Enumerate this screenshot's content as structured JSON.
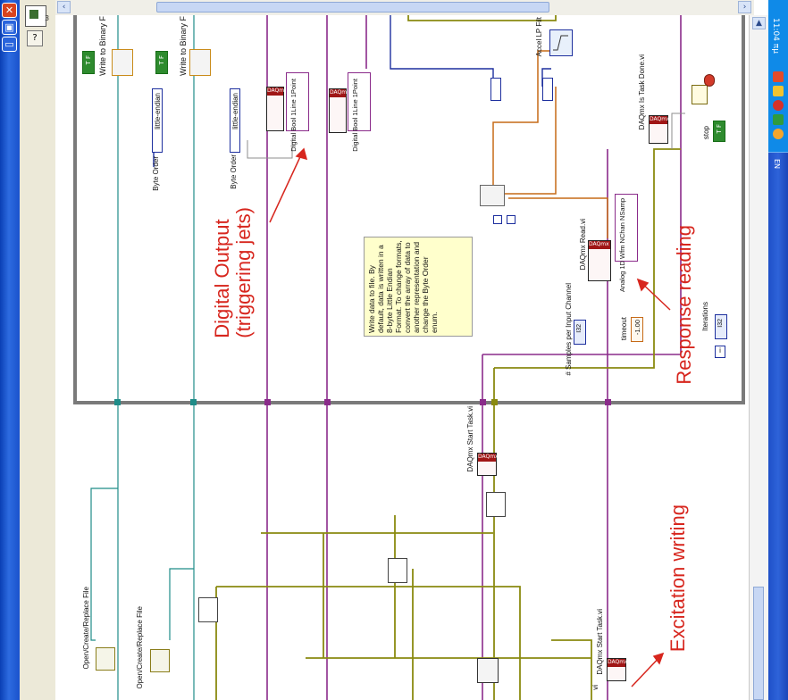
{
  "window": {
    "close_glyph": "✕",
    "maximize_glyph": "▣",
    "minimize_glyph": "▭",
    "toolbar_number": "3",
    "help_glyph": "?"
  },
  "scrollbar": {
    "left_arrow": "‹",
    "right_arrow": "›",
    "up_arrow": "▲"
  },
  "taskbar": {
    "clock": "11:04 πμ",
    "language": "EN"
  },
  "annotations": {
    "digital_output_line1": "Digital Output",
    "digital_output_line2": "(triggering jets)",
    "response_reading": "Response reading",
    "excitation_writing": "Excitation writing"
  },
  "nodes": {
    "open_create_replace_1": "Open/Create/Replace File",
    "open_create_replace_2": "Open/Create/Replace File",
    "write_binary_1": "Write to Binary F",
    "write_binary_2": "Write to Binary F",
    "byte_order_label_1": "Byte Order",
    "byte_order_label_2": "Byte Order",
    "byte_order_value_1": "little-endian",
    "byte_order_value_2": "little-endian",
    "tf_const_1": "T F",
    "tf_const_2": "T F",
    "digital_bool_1": "Digital Bool 1Line 1Point",
    "digital_bool_2": "Digital Bool 1Line 1Point",
    "accel_lp_filt": "Accel LP Filt",
    "daqmx_is_task_done": "DAQmx Is Task Done.vi",
    "stop_label": "stop",
    "stop_tf": "T F",
    "samples_per_channel": "# Samples per Input Channel",
    "samples_value": "I32",
    "daqmx_read": "DAQmx Read.vi",
    "analog_1d_wfm": "Analog 1D Wfm NChan NSamp",
    "timeout_label": "timeout",
    "timeout_value": "-1.00",
    "iterations_label": "Iterations",
    "iterations_value": "I32",
    "iteration_i": "i",
    "daqmx_start_task_1": "DAQmx Start Task.vi",
    "daqmx_start_task_2": "DAQmx Start Task.vi",
    "vi_suffix": "vi",
    "daqmx_tag": "DAQmx",
    "note": "Write data to file.  By default, data is written in a 8-byte Little Endian Format.  To change formats, convert the array of data to another representation and change the Byte Order enum."
  },
  "colors": {
    "loop_border": "#7a7a7a",
    "wire_teal": "#1e8c88",
    "wire_purple": "#8a2b8a",
    "wire_orange": "#c66a17",
    "wire_blue": "#1d2f9e",
    "wire_olive": "#8a8a10",
    "annotation_red": "#d7261e",
    "taskbar_blue": "#2e63d9"
  }
}
